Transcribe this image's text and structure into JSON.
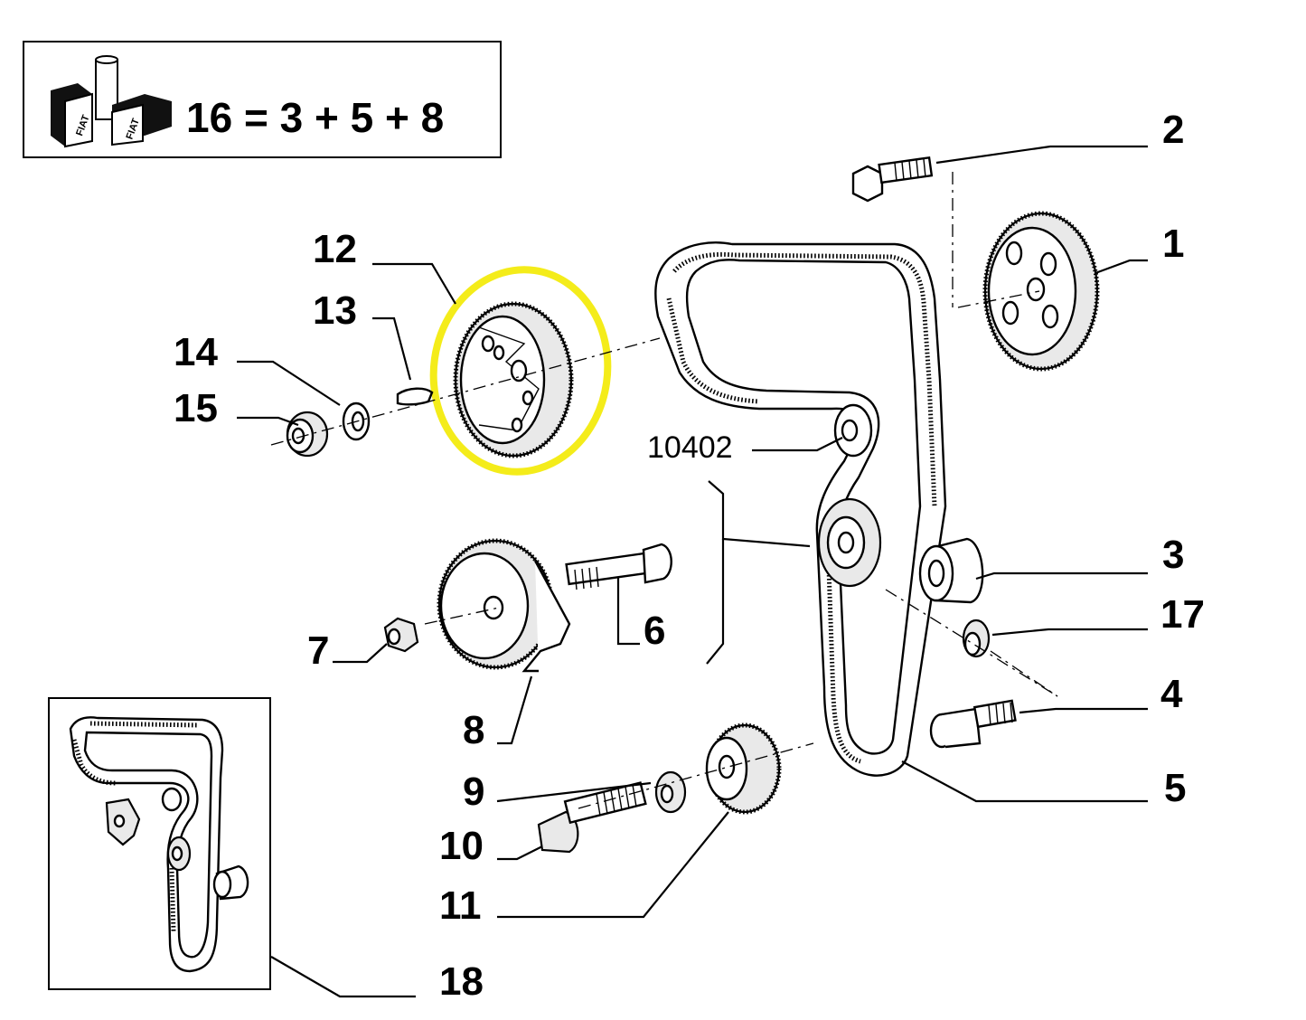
{
  "kit_box": {
    "formula": "16 = 3 + 5 + 8",
    "logo_text": [
      "FIAT",
      "FIAT"
    ]
  },
  "callouts": {
    "c1": "1",
    "c2": "2",
    "c3": "3",
    "c4": "4",
    "c5": "5",
    "c6": "6",
    "c7": "7",
    "c8": "8",
    "c9": "9",
    "c10": "10",
    "c11": "11",
    "c12": "12",
    "c13": "13",
    "c14": "14",
    "c15": "15",
    "c17": "17",
    "c18": "18",
    "group": "10402"
  },
  "highlight": {
    "target": "12",
    "color": "#f4ec1a"
  },
  "icons": [
    "fiat-kit-box-icon",
    "timing-belt-inset-icon"
  ]
}
